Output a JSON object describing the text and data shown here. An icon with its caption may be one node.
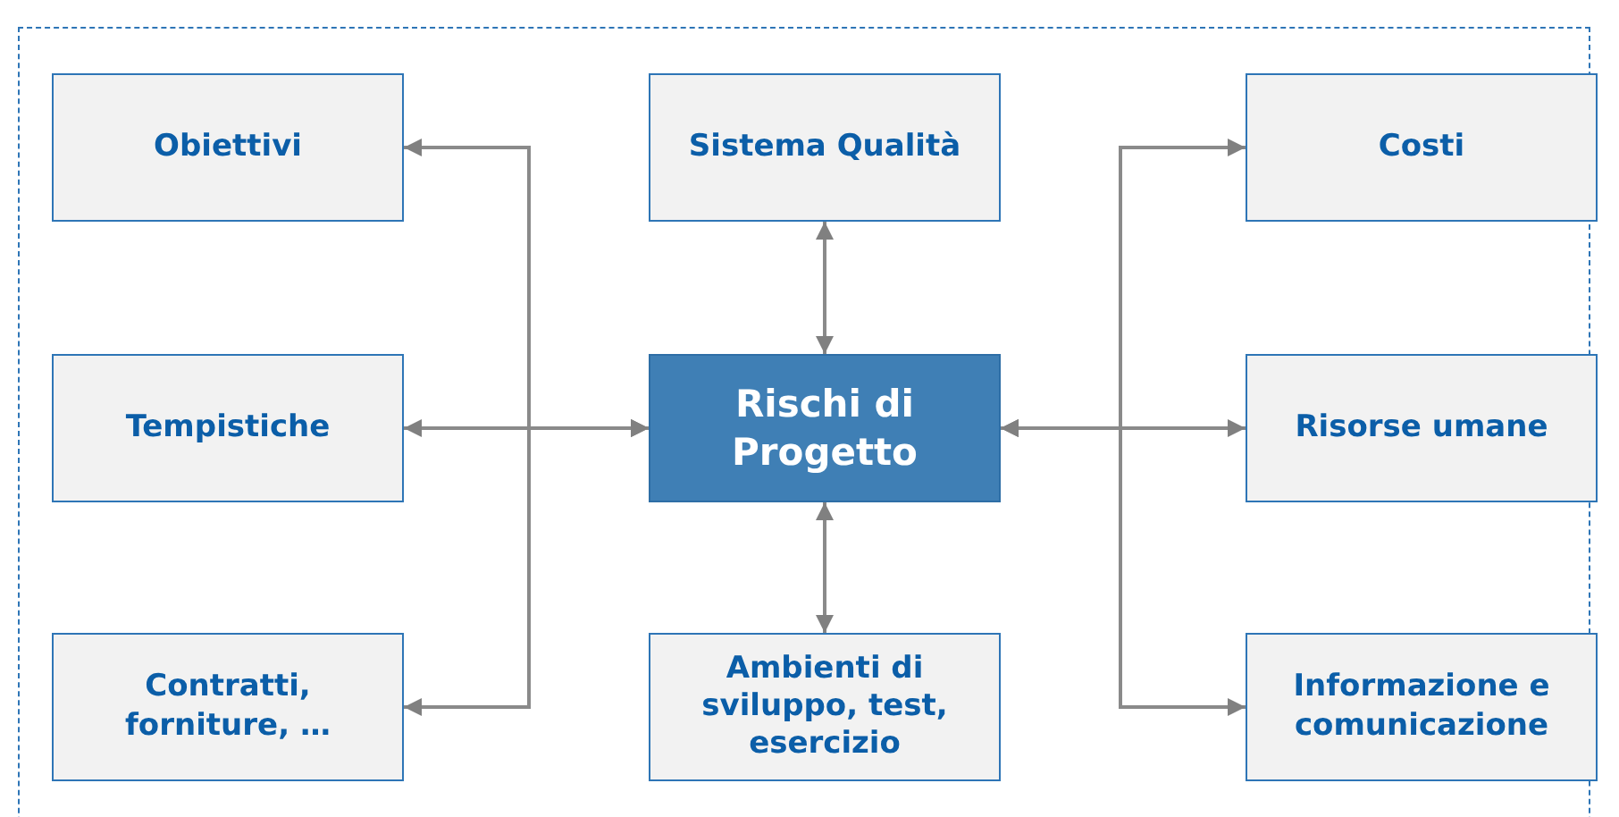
{
  "diagram": {
    "nodes": [
      {
        "text": [
          "Obiettivi"
        ]
      },
      {
        "text": [
          "Sistema Qualità"
        ]
      },
      {
        "text": [
          "Costi"
        ]
      },
      {
        "text": [
          "Tempistiche"
        ]
      },
      {
        "text": [
          "Rischi di Progetto"
        ]
      },
      {
        "text": [
          "Risorse umane"
        ]
      },
      {
        "text": [
          "Contratti, forniture, …"
        ]
      },
      {
        "text": [
          "Ambienti di sviluppo, test, esercizio"
        ]
      },
      {
        "text": [
          "Informazione e comunicazione"
        ]
      }
    ],
    "edges": [
      {
        "from": 4,
        "to": 0,
        "arrow": "both"
      },
      {
        "from": 4,
        "to": 3,
        "arrow": "both"
      },
      {
        "from": 4,
        "to": 6,
        "arrow": "both"
      },
      {
        "from": 4,
        "to": 1,
        "arrow": "both"
      },
      {
        "from": 4,
        "to": 7,
        "arrow": "both"
      },
      {
        "from": 4,
        "to": 2,
        "arrow": "both"
      },
      {
        "from": 4,
        "to": 5,
        "arrow": "both"
      },
      {
        "from": 4,
        "to": 8,
        "arrow": "both"
      }
    ]
  }
}
